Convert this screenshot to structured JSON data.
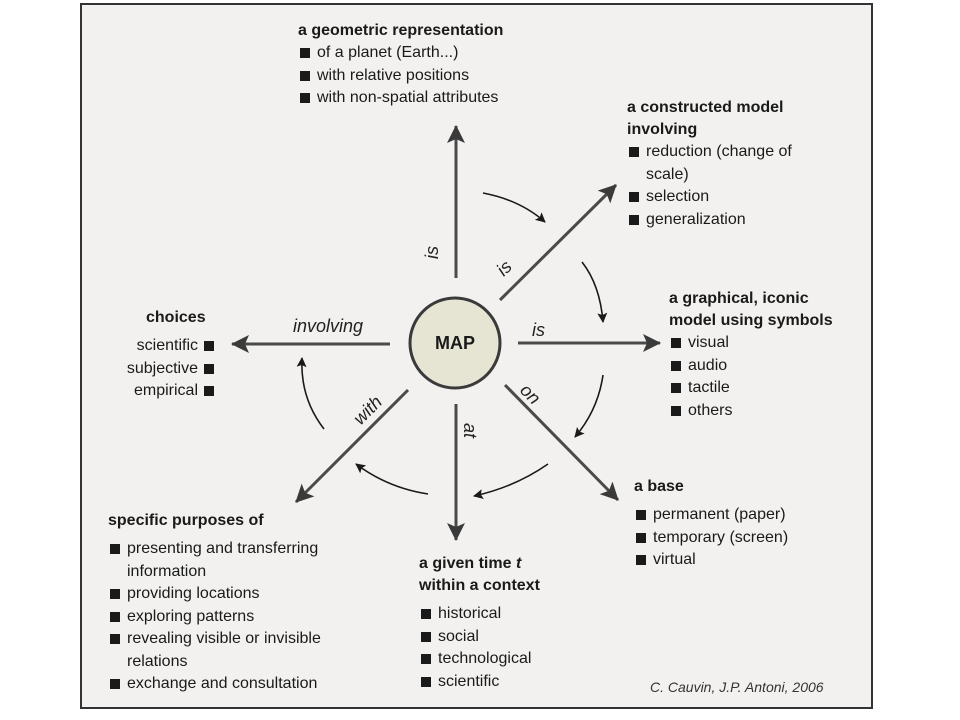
{
  "center": "MAP",
  "relations": {
    "up": "is",
    "upper_right": "is",
    "right": "is",
    "lower_right": "on",
    "down": "at",
    "lower_left": "with",
    "left": "involving"
  },
  "blocks": {
    "geometric": {
      "title": "a geometric representation",
      "items": [
        "of a planet (Earth...)",
        "with relative positions",
        "with non-spatial attributes"
      ]
    },
    "constructed": {
      "title_1": "a constructed model",
      "title_2": "involving",
      "items": [
        "reduction (change of scale)",
        "selection",
        "generalization"
      ]
    },
    "graphical": {
      "title_1": "a graphical, iconic",
      "title_2": "model using symbols",
      "items": [
        "visual",
        "audio",
        "tactile",
        "others"
      ]
    },
    "base": {
      "title": "a base",
      "items": [
        "permanent (paper)",
        "temporary (screen)",
        "virtual"
      ]
    },
    "time": {
      "title_1": "a given time",
      "title_t": "t",
      "title_2": "within a context",
      "items": [
        "historical",
        "social",
        "technological",
        "scientific"
      ]
    },
    "purposes": {
      "title": "specific purposes of",
      "items": [
        "presenting and transferring information",
        "providing locations",
        "exploring patterns",
        "revealing visible or invisible relations",
        "exchange and consultation"
      ]
    },
    "choices": {
      "title": "choices",
      "items": [
        "scientific",
        "subjective",
        "empirical"
      ]
    }
  },
  "credit": "C. Cauvin, J.P. Antoni, 2006"
}
